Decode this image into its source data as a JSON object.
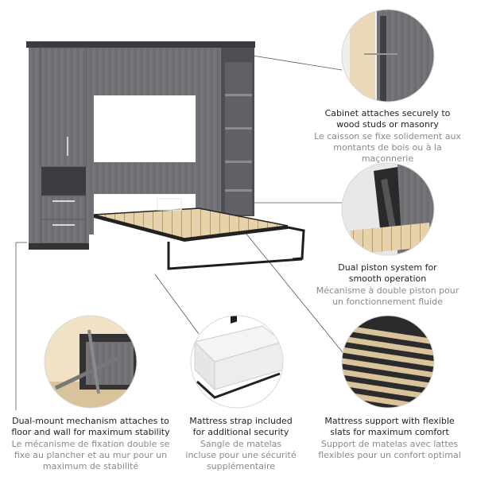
{
  "callouts": [
    {
      "en": [
        "Cabinet attaches securely to",
        "wood studs or masonry"
      ],
      "fr": [
        "Le caisson se fixe solidement aux",
        "montants de bois ou à la maçonnerie"
      ]
    },
    {
      "en": [
        "Dual piston system for",
        "smooth operation"
      ],
      "fr": [
        "Mécanisme à double piston pour",
        "un fonctionnement fluide"
      ]
    },
    {
      "en": [
        "Dual-mount mechanism attaches to",
        "floor and wall for maximum stability"
      ],
      "fr": [
        "Le mécanisme de fixation double se",
        "fixe au plancher et au mur pour un",
        "maximum de stabilité"
      ]
    },
    {
      "en": [
        "Mattress strap included",
        "for additional security"
      ],
      "fr": [
        "Sangle de matelas",
        "incluse pour une sécurité",
        "supplémentaire"
      ]
    },
    {
      "en": [
        "Mattress support with flexible",
        "slats for maximum comfort"
      ],
      "fr": [
        "Support de matelas avec lattes",
        "flexibles pour un confort optimal"
      ]
    }
  ],
  "colors": {
    "cabinet": "#6e7074",
    "cabinet_dark": "#4d4f52",
    "slat": "#d9c39a",
    "frame": "#1e1e1e",
    "caption_en": "#222222",
    "caption_fr": "#8a8a8a"
  }
}
